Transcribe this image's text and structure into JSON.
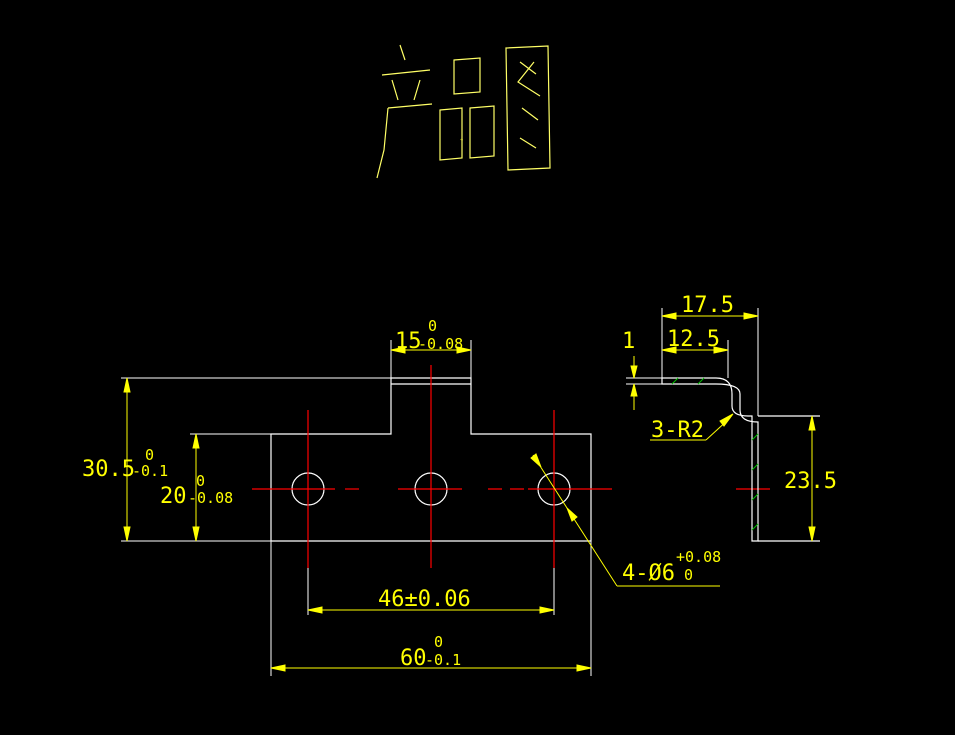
{
  "title": "产品图",
  "colors": {
    "background": "#000000",
    "outline": "#ffffff",
    "dimension": "#ffff00",
    "centerline": "#ff0000",
    "hatch": "#00c000"
  },
  "front_view": {
    "tab_width": {
      "nominal": "15",
      "upper": "0",
      "lower": "-0.08"
    },
    "total_height": {
      "nominal": "30.5",
      "upper": "0",
      "lower": "-0.1"
    },
    "body_height": {
      "nominal": "20",
      "upper": "0",
      "lower": "-0.08"
    },
    "hole_pitch": "46±0.06",
    "total_width": {
      "nominal": "60",
      "upper": "0",
      "lower": "-0.1"
    },
    "holes": {
      "nominal": "4-Ø6",
      "upper": "+0.08",
      "lower": "0"
    }
  },
  "side_view": {
    "overall": "17.5",
    "inner": "12.5",
    "thickness": "1",
    "bend_radius": "3-R2",
    "height": "23.5"
  }
}
